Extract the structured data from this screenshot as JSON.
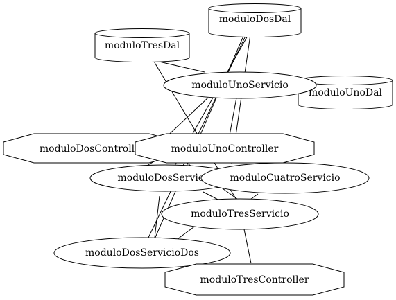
{
  "nodes": {
    "moduloDosDal": {
      "label": "moduloDosDal",
      "shape": "cylinder"
    },
    "moduloTresDal": {
      "label": "moduloTresDal",
      "shape": "cylinder"
    },
    "moduloUnoServicio": {
      "label": "moduloUnoServicio",
      "shape": "ellipse"
    },
    "moduloUnoDal": {
      "label": "moduloUnoDal",
      "shape": "cylinder"
    },
    "moduloDosController": {
      "label": "moduloDosController",
      "shape": "octagon"
    },
    "moduloUnoController": {
      "label": "moduloUnoController",
      "shape": "octagon"
    },
    "moduloDosServicio": {
      "label": "moduloDosServicio",
      "shape": "ellipse"
    },
    "moduloCuatroServicio": {
      "label": "moduloCuatroServicio",
      "shape": "ellipse"
    },
    "moduloTresServicio": {
      "label": "moduloTresServicio",
      "shape": "ellipse"
    },
    "moduloDosServicioDos": {
      "label": "moduloDosServicioDos",
      "shape": "ellipse"
    },
    "moduloTresController": {
      "label": "moduloTresController",
      "shape": "octagon"
    }
  },
  "edges": [
    {
      "from": "moduloTresDal",
      "to": "moduloUnoServicio"
    },
    {
      "from": "moduloTresDal",
      "to": "moduloTresServicio"
    },
    {
      "from": "moduloDosDal",
      "to": "moduloDosServicio"
    },
    {
      "from": "moduloDosDal",
      "to": "moduloDosServicioDos"
    },
    {
      "from": "moduloDosDal",
      "to": "moduloCuatroServicio"
    },
    {
      "from": "moduloDosDal",
      "to": "moduloDosServicioDos"
    },
    {
      "from": "moduloUnoServicio",
      "to": "moduloDosController"
    },
    {
      "from": "moduloUnoServicio",
      "to": "moduloUnoController"
    },
    {
      "from": "moduloDosController",
      "to": "moduloDosServicio"
    },
    {
      "from": "moduloUnoController",
      "to": "moduloTresServicio"
    },
    {
      "from": "moduloDosServicio",
      "to": "moduloTresServicio"
    },
    {
      "from": "moduloDosServicio",
      "to": "moduloDosServicioDos"
    },
    {
      "from": "moduloCuatroServicio",
      "to": "moduloTresServicio"
    },
    {
      "from": "moduloTresServicio",
      "to": "moduloDosServicioDos"
    },
    {
      "from": "moduloTresServicio",
      "to": "moduloTresController"
    }
  ]
}
